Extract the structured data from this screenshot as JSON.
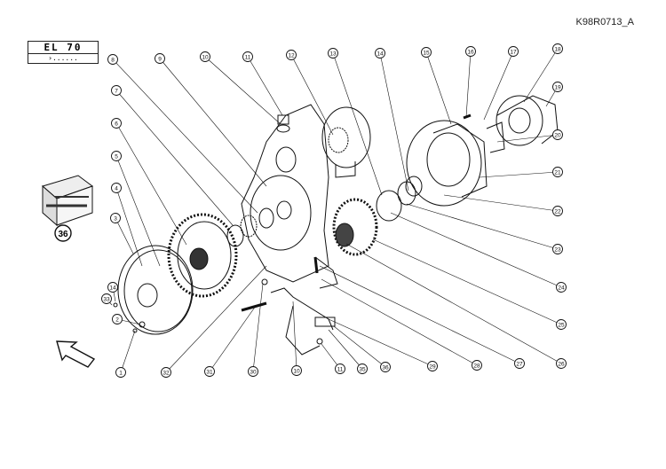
{
  "header": {
    "reference": "K98R0713_A",
    "group_code": "EL 70",
    "group_sub": "›......"
  },
  "kit_label": "36",
  "callouts": [
    "1",
    "2",
    "3",
    "4",
    "5",
    "6",
    "7",
    "8",
    "9",
    "10",
    "11",
    "12",
    "13",
    "14",
    "15",
    "16",
    "17",
    "18",
    "19",
    "20",
    "21",
    "22",
    "23",
    "24",
    "25",
    "26",
    "27",
    "28",
    "29",
    "10",
    "11",
    "35",
    "36",
    "30",
    "31",
    "32",
    "14",
    "33"
  ]
}
